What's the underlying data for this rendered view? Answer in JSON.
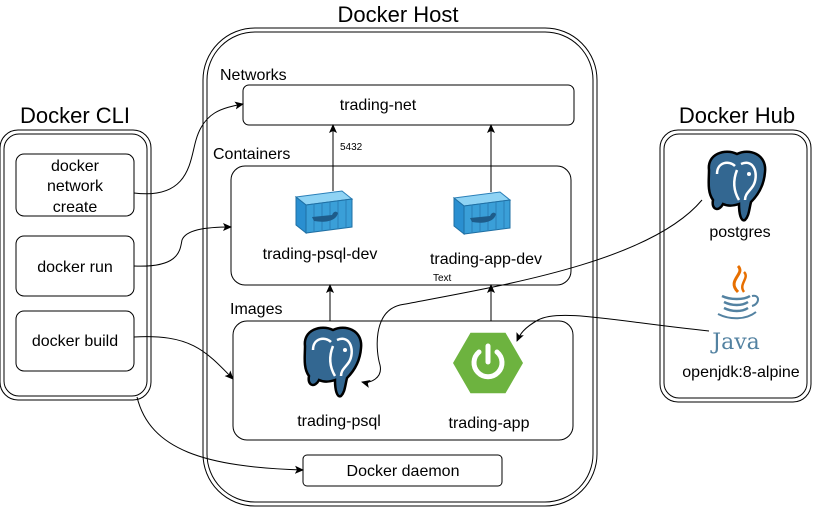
{
  "host": {
    "title": "Docker Host"
  },
  "cli": {
    "title": "Docker CLI",
    "network_create": [
      "docker",
      "network",
      "create"
    ],
    "run": "docker run",
    "build": "docker build"
  },
  "hub": {
    "title": "Docker Hub",
    "postgres": "postgres",
    "openjdk": "openjdk:8-alpine",
    "java_logo_text": "Java"
  },
  "networks": {
    "section": "Networks",
    "net": "trading-net"
  },
  "containers": {
    "section": "Containers",
    "psql_dev": "trading-psql-dev",
    "app_dev": "trading-app-dev",
    "port": "5432",
    "stray_text": "Text"
  },
  "images": {
    "section": "Images",
    "psql": "trading-psql",
    "app": "trading-app"
  },
  "daemon": {
    "label": "Docker daemon"
  },
  "colors": {
    "line": "#000000",
    "spring": "#6db33f",
    "docker_blue": "#3a9fd8",
    "postgres": "#336791",
    "java_blue": "#5382a1",
    "java_red": "#e76f00"
  }
}
